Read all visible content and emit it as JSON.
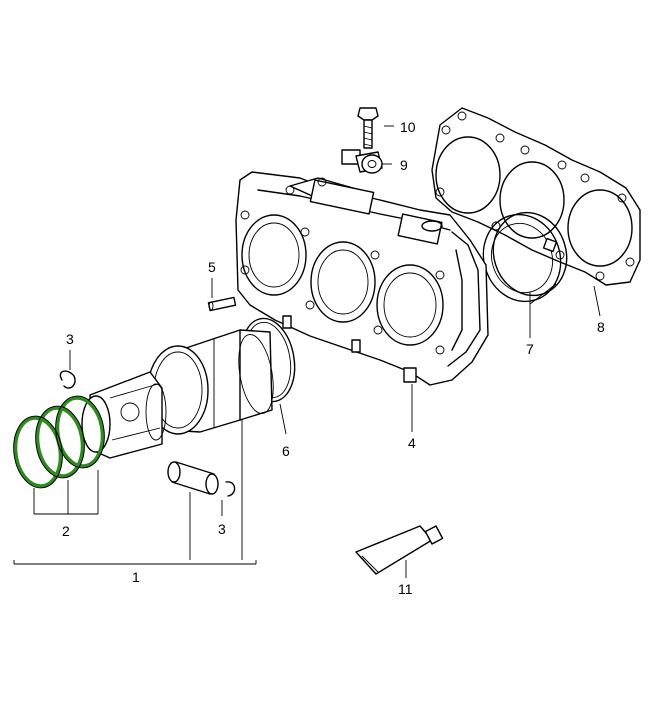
{
  "callouts": {
    "c1": "1",
    "c2": "2",
    "c3a": "3",
    "c3b": "3",
    "c4": "4",
    "c5": "5",
    "c6": "6",
    "c7": "7",
    "c8": "8",
    "c9": "9",
    "c10": "10",
    "c11": "11"
  },
  "colors": {
    "highlight": "#2e8b1e",
    "line": "#000000",
    "background": "#ffffff"
  }
}
